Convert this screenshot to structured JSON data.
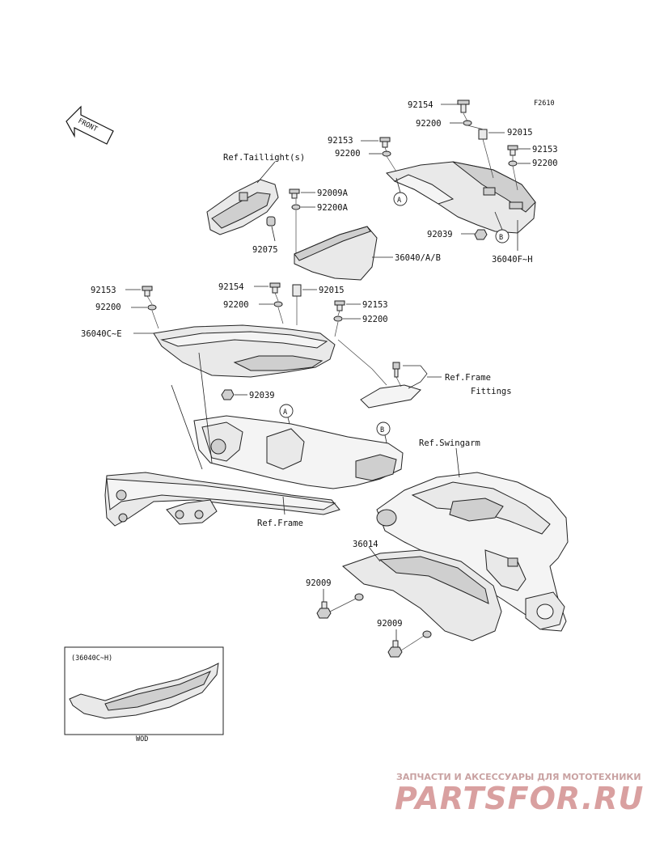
{
  "figure_code": "F2610",
  "front_arrow_text": "FRONT",
  "labels": {
    "p92154_top": "92154",
    "p92200_top": "92200",
    "p92015_right": "92015",
    "p92153_right": "92153",
    "p92200_right": "92200",
    "p92153_top": "92153",
    "p92200_mid": "92200",
    "ref_taillight": "Ref.Taillight(s)",
    "p92009A": "92009A",
    "p92200A": "92200A",
    "p92075": "92075",
    "p36040AB": "36040/A/B",
    "p92039_upper": "92039",
    "p36040FH": "36040F~H",
    "p92153_left": "92153",
    "p92200_left": "92200",
    "p36040CE": "36040C~E",
    "p92154_mid": "92154",
    "p92015_mid": "92015",
    "p92200_center": "92200",
    "p92153_center": "92153",
    "p92200_center_r": "92200",
    "ref_frame_fittings_1": "Ref.Frame",
    "ref_frame_fittings_2": "Fittings",
    "p92039_lower": "92039",
    "ref_swingarm": "Ref.Swingarm",
    "ref_frame": "Ref.Frame",
    "p36014": "36014",
    "p92009_a": "92009",
    "p92009_b": "92009",
    "marker_A": "A",
    "marker_B": "B",
    "inset_title": "(36040C~H)",
    "inset_caption": "WOD"
  },
  "watermark": {
    "subtitle": "ЗАПЧАСТИ И АКСЕССУАРЫ ДЛЯ МОТОТЕХНИКИ",
    "brand": "PARTSFOR.RU",
    "color": "#d9a0a0"
  }
}
